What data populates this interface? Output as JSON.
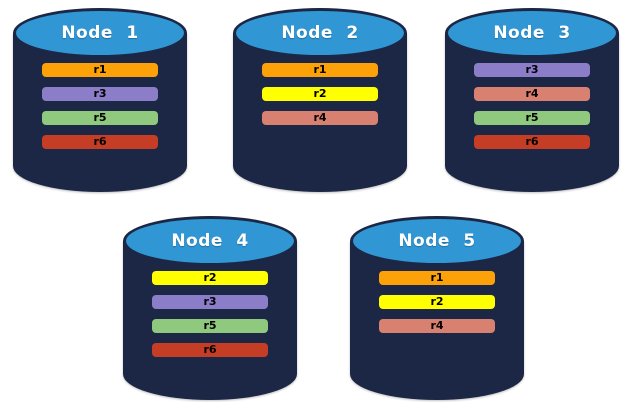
{
  "colors": {
    "background": "#FFFFFF",
    "cylinder_body": "#1B2745",
    "cylinder_top": "#3096D4",
    "title_text": "#FFFFFF",
    "bar_text": "#000000",
    "replica_colors": {
      "r1": "#FCA108",
      "r2": "#FFFF00",
      "r3": "#8B7DC8",
      "r4": "#D98170",
      "r5": "#8FC97E",
      "r6": "#C63D25"
    }
  },
  "nodes": [
    {
      "title": "Node 1",
      "replicas": [
        "r1",
        "r3",
        "r5",
        "r6"
      ]
    },
    {
      "title": "Node 2",
      "replicas": [
        "r1",
        "r2",
        "r4"
      ]
    },
    {
      "title": "Node 3",
      "replicas": [
        "r3",
        "r4",
        "r5",
        "r6"
      ]
    },
    {
      "title": "Node 4",
      "replicas": [
        "r2",
        "r3",
        "r5",
        "r6"
      ]
    },
    {
      "title": "Node 5",
      "replicas": [
        "r1",
        "r2",
        "r4"
      ]
    }
  ]
}
